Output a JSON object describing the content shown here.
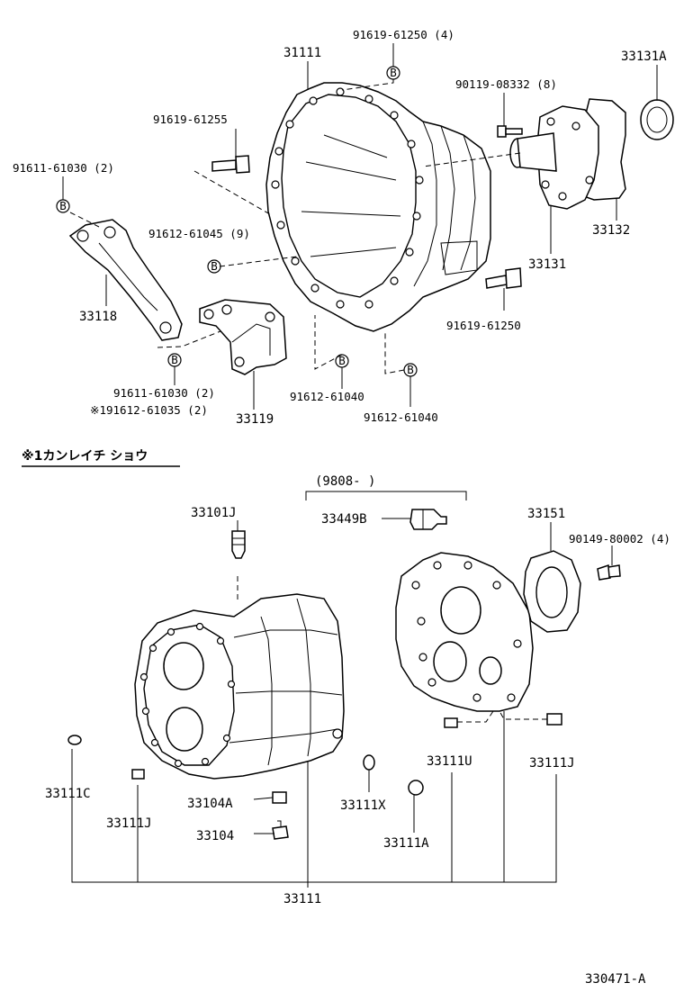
{
  "labels": {
    "p31111_top": "31111",
    "p91619_61250_top": "91619-61250 (4)",
    "p33131A": "33131A",
    "p90119_08332": "90119-08332 (8)",
    "p91619_61255": "91619-61255",
    "p91611_61030_top": "91611-61030 (2)",
    "p91612_61045": "91612-61045 (9)",
    "p33132": "33132",
    "p33131": "33131",
    "p33118": "33118",
    "p91619_61250_mid": "91619-61250",
    "p91611_61030_mid": "91611-61030 (2)",
    "p191612_61035": "※191612-61035 (2)",
    "p91612_61040_a": "91612-61040",
    "p91612_61040_b": "91612-61040",
    "p33119": "33119",
    "section_note": "※1カンレイチ ショウ",
    "date_range": "(9808-       )",
    "p33449B": "33449B",
    "p33101J": "33101J",
    "p33151": "33151",
    "p90149_80002": "90149-80002 (4)",
    "p33111C": "33111C",
    "p33111J_left": "33111J",
    "p33104A": "33104A",
    "p33104": "33104",
    "p33111X": "33111X",
    "p33111U": "33111U",
    "p33111J_right": "33111J",
    "p33111A": "33111A",
    "p33111_bottom": "33111",
    "diagram_code": "330471-A"
  },
  "bolt_marker": "B"
}
